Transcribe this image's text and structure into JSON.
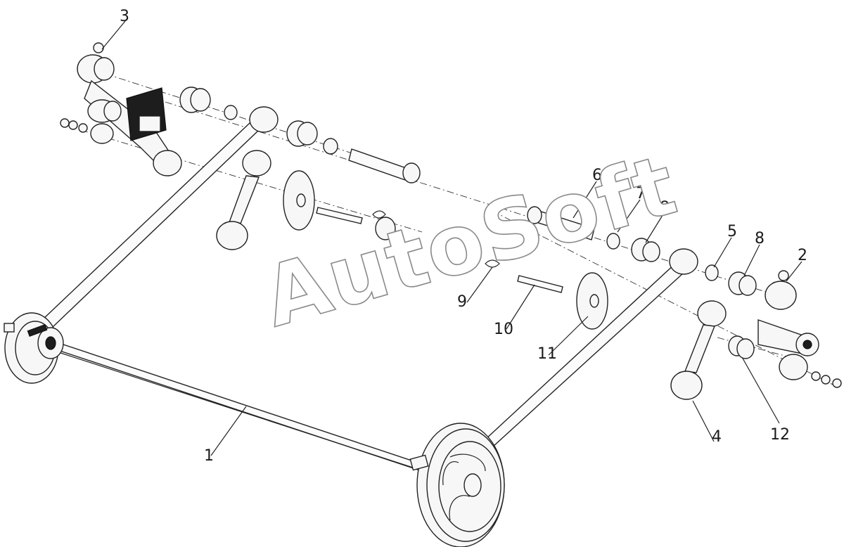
{
  "watermark": {
    "text": "AutoSoft"
  },
  "callouts": [
    {
      "id": "1",
      "text": "1"
    },
    {
      "id": "2",
      "text": "2"
    },
    {
      "id": "3",
      "text": "3"
    },
    {
      "id": "4",
      "text": "4"
    },
    {
      "id": "5",
      "text": "5"
    },
    {
      "id": "6",
      "text": "6"
    },
    {
      "id": "7",
      "text": "7"
    },
    {
      "id": "8a",
      "text": "8"
    },
    {
      "id": "8b",
      "text": "8"
    },
    {
      "id": "9",
      "text": "9"
    },
    {
      "id": "10",
      "text": "10"
    },
    {
      "id": "11",
      "text": "11"
    },
    {
      "id": "12",
      "text": "12"
    }
  ]
}
